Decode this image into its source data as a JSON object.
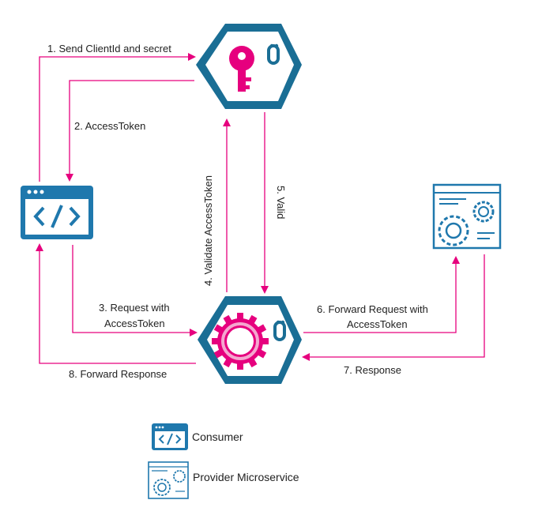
{
  "colors": {
    "arrow": "#e6007e",
    "hex_fill": "#1a6e95",
    "icon_blue": "#1f78ad",
    "accent": "#e6007e"
  },
  "labels": {
    "step1": "1. Send ClientId and secret",
    "step2": "2. AccessToken",
    "step3_line1": "3. Request with",
    "step3_line2": "AccessToken",
    "step4": "4. Validate AccessToken",
    "step5": "5. Valid",
    "step6_line1": "6. Forward Request with",
    "step6_line2": "AccessToken",
    "step7": "7. Response",
    "step8": "8. Forward Response"
  },
  "legend": {
    "consumer": "Consumer",
    "provider": "Provider Microservice"
  },
  "icons": {
    "auth_server": "key-icon",
    "gateway": "gear-icon",
    "consumer": "code-window-icon",
    "provider": "microservice-gears-icon"
  }
}
